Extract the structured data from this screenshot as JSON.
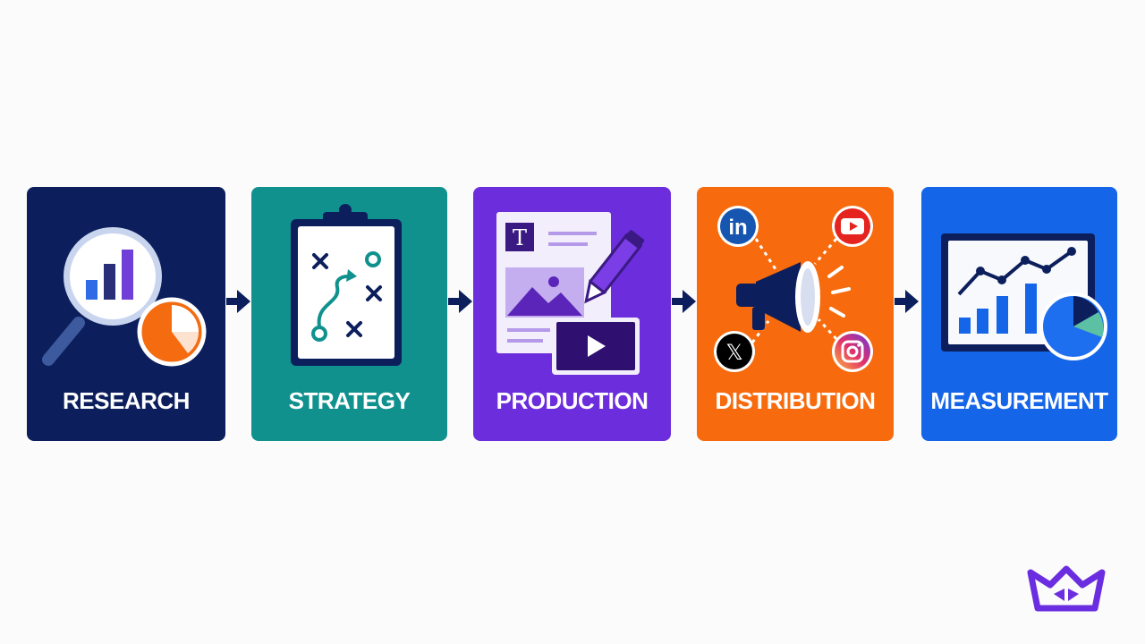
{
  "stages": [
    {
      "label": "RESEARCH",
      "color": "#0c1f5c",
      "icons": [
        "magnifier-icon",
        "bar-chart-icon",
        "pie-chart-icon"
      ]
    },
    {
      "label": "STRATEGY",
      "color": "#10918e",
      "icons": [
        "clipboard-icon",
        "play-diagram-icon"
      ]
    },
    {
      "label": "PRODUCTION",
      "color": "#6c2ddc",
      "icons": [
        "text-document-icon",
        "image-icon",
        "pencil-icon",
        "video-play-icon"
      ]
    },
    {
      "label": "DISTRIBUTION",
      "color": "#f76b0e",
      "icons": [
        "megaphone-icon",
        "linkedin-icon",
        "youtube-icon",
        "x-icon",
        "instagram-icon"
      ]
    },
    {
      "label": "MEASUREMENT",
      "color": "#1565e8",
      "icons": [
        "dashboard-icon",
        "line-chart-icon",
        "bar-chart-icon",
        "pie-chart-icon"
      ]
    }
  ],
  "social": {
    "linkedin": "in",
    "x": "𝕏",
    "text_icon": "T"
  },
  "colors": {
    "arrow": "#0c1f5c",
    "logo": "#6a2de0",
    "background": "#fbfbfb"
  }
}
